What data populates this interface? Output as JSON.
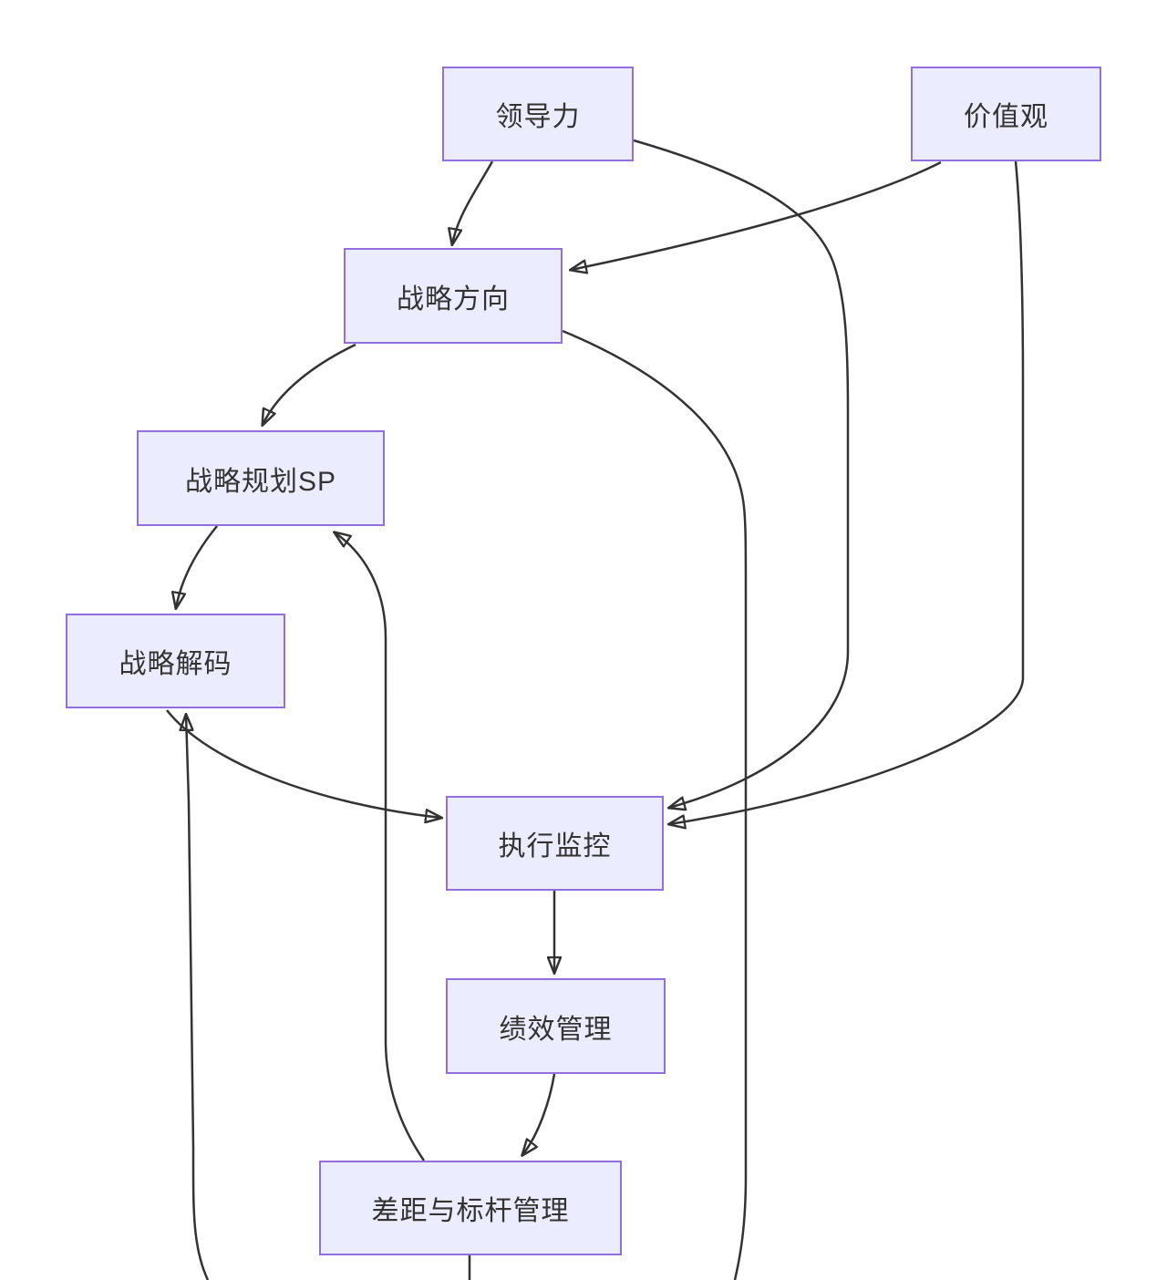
{
  "diagram": {
    "type": "flowchart",
    "direction": "top-down",
    "nodes": [
      {
        "id": "leadership",
        "label": "领导力"
      },
      {
        "id": "values",
        "label": "价值观"
      },
      {
        "id": "strategic-direction",
        "label": "战略方向"
      },
      {
        "id": "strategic-planning-sp",
        "label": "战略规划SP"
      },
      {
        "id": "strategy-decoding",
        "label": "战略解码"
      },
      {
        "id": "execution-monitoring",
        "label": "执行监控"
      },
      {
        "id": "performance-management",
        "label": "绩效管理"
      },
      {
        "id": "gap-and-benchmark-management",
        "label": "差距与标杆管理"
      }
    ],
    "edges": [
      {
        "from": "领导力",
        "to": "战略方向",
        "arrow": true
      },
      {
        "from": "价值观",
        "to": "战略方向",
        "arrow": true
      },
      {
        "from": "领导力",
        "to": "执行监控",
        "arrow": true
      },
      {
        "from": "价值观",
        "to": "执行监控",
        "arrow": true
      },
      {
        "from": "战略方向",
        "to": "战略规划SP",
        "arrow": true
      },
      {
        "from": "战略规划SP",
        "to": "战略解码",
        "arrow": true
      },
      {
        "from": "战略解码",
        "to": "执行监控",
        "arrow": true
      },
      {
        "from": "执行监控",
        "to": "绩效管理",
        "arrow": true
      },
      {
        "from": "绩效管理",
        "to": "差距与标杆管理",
        "arrow": true
      },
      {
        "from": "差距与标杆管理",
        "to": "战略规划SP",
        "arrow": true
      },
      {
        "from": "战略方向",
        "to": "offscreen-bottom",
        "arrow": false
      },
      {
        "from": "差距与标杆管理",
        "to": "offscreen-bottom",
        "arrow": false
      },
      {
        "from": "offscreen-bottom",
        "to": "战略解码",
        "arrow": true
      }
    ],
    "colors": {
      "node_fill": "#ECECFF",
      "node_border": "#9370DB",
      "edge_stroke": "#333333",
      "text": "#333333",
      "background": "#FFFFFF"
    }
  }
}
